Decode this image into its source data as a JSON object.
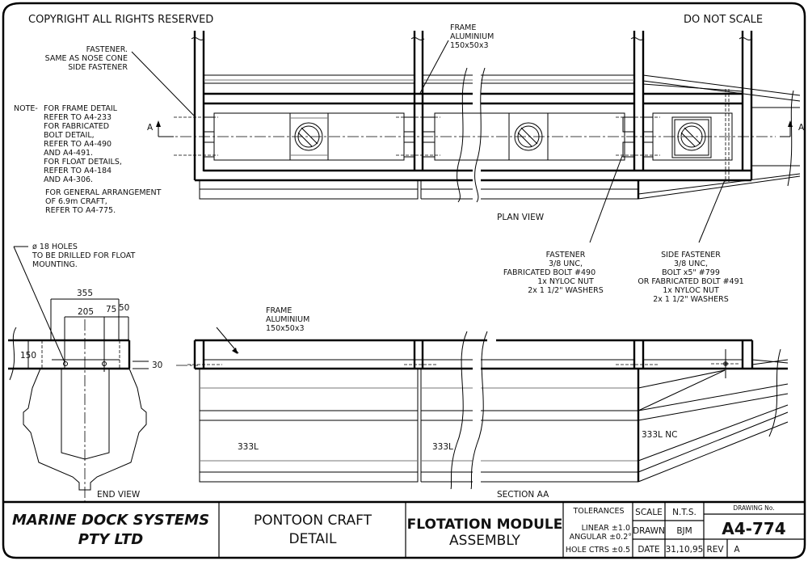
{
  "header": {
    "copyright": "COPYRIGHT ALL RIGHTS RESERVED",
    "do_not_scale": "DO NOT SCALE"
  },
  "notes": {
    "fastener_nose": [
      "FASTENER.",
      "SAME AS NOSE CONE",
      "SIDE FASTENER"
    ],
    "note_prefix": "NOTE-",
    "note_lines": [
      "FOR FRAME DETAIL",
      "REFER TO A4-233",
      "FOR FABRICATED",
      "BOLT DETAIL,",
      "REFER TO A4-490",
      "AND A4-491.",
      "FOR FLOAT DETAILS,",
      "REFER TO A4-184",
      "AND A4-306.",
      "FOR GENERAL ARRANGEMENT",
      "OF 6.9m CRAFT,",
      "REFER TO A4-775."
    ],
    "holes": [
      "ø 18 HOLES",
      "TO BE DRILLED FOR FLOAT",
      "MOUNTING."
    ],
    "frame_plan": [
      "FRAME",
      "ALUMINIUM",
      "150x50x3"
    ],
    "frame_section": [
      "FRAME",
      "ALUMINIUM",
      "150x50x3"
    ],
    "fastener": [
      "FASTENER",
      "3/8 UNC,",
      "FABRICATED BOLT #490",
      "1x NYLOC NUT",
      "2x 1 1/2\" WASHERS"
    ],
    "side_fastener": [
      "SIDE FASTENER",
      "3/8 UNC,",
      "BOLT x5\" #799",
      "OR FABRICATED BOLT #491",
      "1x NYLOC NUT",
      "2x 1 1/2\" WASHERS"
    ]
  },
  "views": {
    "plan_view": "PLAN VIEW",
    "section_aa": "SECTION AA",
    "end_view": "END VIEW",
    "section_marker": "A"
  },
  "dimensions": {
    "d355": "355",
    "d205": "205",
    "d75": "75",
    "d50": "50",
    "d150": "150",
    "d30": "30"
  },
  "float_labels": {
    "float1": "333L",
    "float2": "333L",
    "float3": "333L NC"
  },
  "title_block": {
    "company_line1": "MARINE DOCK SYSTEMS",
    "company_line2": "PTY LTD",
    "project_line1": "PONTOON CRAFT",
    "project_line2": "DETAIL",
    "title_line1": "FLOTATION MODULE",
    "title_line2": "ASSEMBLY",
    "tolerances_label": "TOLERANCES",
    "linear": "LINEAR ±1.0",
    "angular": "ANGULAR ±0.2°",
    "hole_ctrs": "HOLE CTRS ±0.5",
    "scale_label": "SCALE",
    "scale_value": "N.T.S.",
    "drawn_label": "DRAWN",
    "drawn_value": "BJM",
    "date_label": "DATE",
    "date_value": "31,10,95",
    "drawing_no_label": "DRAWING No.",
    "drawing_no": "A4-774",
    "rev_label": "REV",
    "rev_value": "A"
  }
}
